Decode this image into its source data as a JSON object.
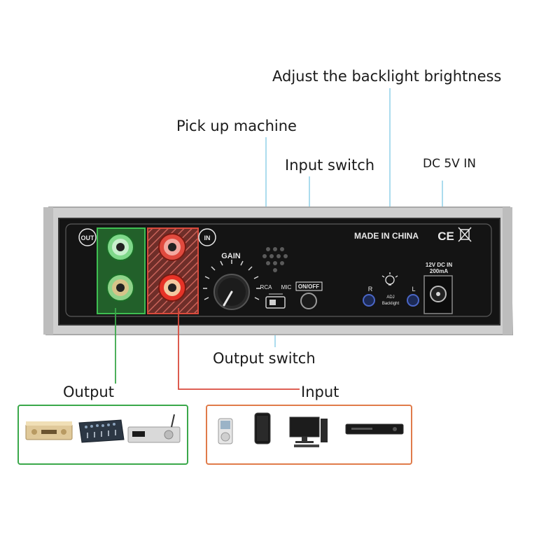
{
  "callouts": {
    "backlight": "Adjust the backlight brightness",
    "pickup": "Pick up machine",
    "input_switch": "Input switch",
    "dc_in": "DC 5V IN",
    "output_switch": "Output switch",
    "output": "Output",
    "input": "Input"
  },
  "panel": {
    "out_label": "OUT",
    "in_label": "IN",
    "gain_label": "GAIN",
    "rca_label": "RCA",
    "mic_label": "MIC",
    "onoff_label": "ON/OFF",
    "made_in": "MADE IN CHINA",
    "ce_mark": "CE",
    "power_rating_line1": "12V DC IN",
    "power_rating_line2": "200mA",
    "backlight_r": "R",
    "backlight_l": "L",
    "adj_label": "ADJ",
    "backlight_label": "Backlight"
  },
  "colors": {
    "output_accent": "#2e9e3c",
    "input_accent": "#c0392b",
    "panel_face": "#141414",
    "casing": "#c9c9c9",
    "output_box_border": "#3aa84a",
    "input_box_border": "#e07b4a"
  },
  "devices": {
    "output": [
      "amplifier-icon",
      "mixer-icon",
      "dac-icon"
    ],
    "input": [
      "mp3-player-icon",
      "smartphone-icon",
      "desktop-computer-icon",
      "dvd-player-icon"
    ]
  }
}
